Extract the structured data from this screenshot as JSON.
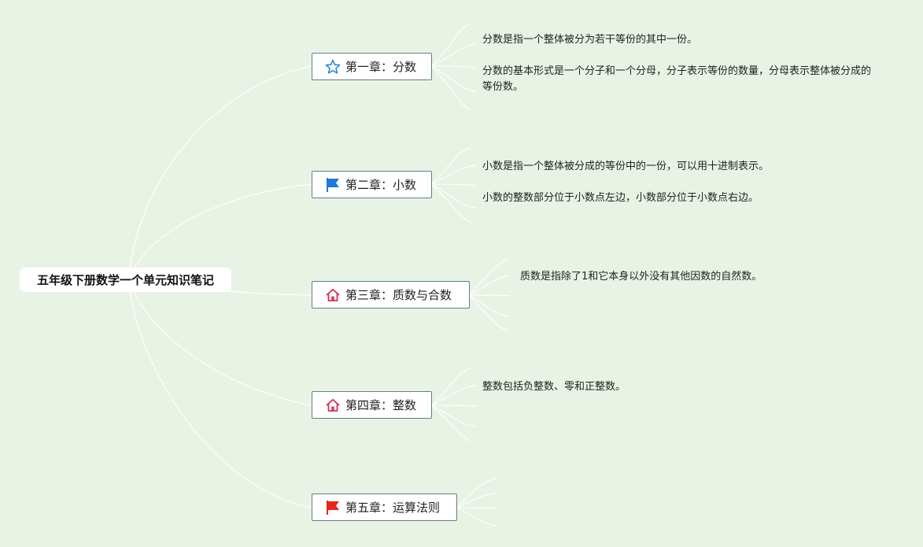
{
  "root": {
    "title": "五年级下册数学一个单元知识笔记"
  },
  "chapters": [
    {
      "title": "第一章：分数",
      "icon": "star-outline-icon",
      "notes": [
        "分数是指一个整体被分为若干等份的其中一份。",
        "分数的基本形式是一个分子和一个分母，分子表示等份的数量，分母表示整体被分成的等份数。"
      ]
    },
    {
      "title": "第二章：小数",
      "icon": "blue-flag-icon",
      "notes": [
        "小数是指一个整体被分成的等份中的一份，可以用十进制表示。",
        "小数的整数部分位于小数点左边，小数部分位于小数点右边。"
      ]
    },
    {
      "title": "第三章：质数与合数",
      "icon": "house-icon",
      "notes": [
        "质数是指除了1和它本身以外没有其他因数的自然数。"
      ]
    },
    {
      "title": "第四章：整数",
      "icon": "house-icon",
      "notes": [
        "整数包括负整数、零和正整数。"
      ]
    },
    {
      "title": "第五章：运算法则",
      "icon": "red-flag-icon",
      "notes": []
    }
  ],
  "colors": {
    "background": "#e9f3e5",
    "connector": "#ffffff",
    "chapter_border": "#5f7f86",
    "star": "#2a8ad6",
    "blue_flag": "#1e7ad8",
    "house": "#d2335a",
    "red_flag": "#e8241c"
  }
}
